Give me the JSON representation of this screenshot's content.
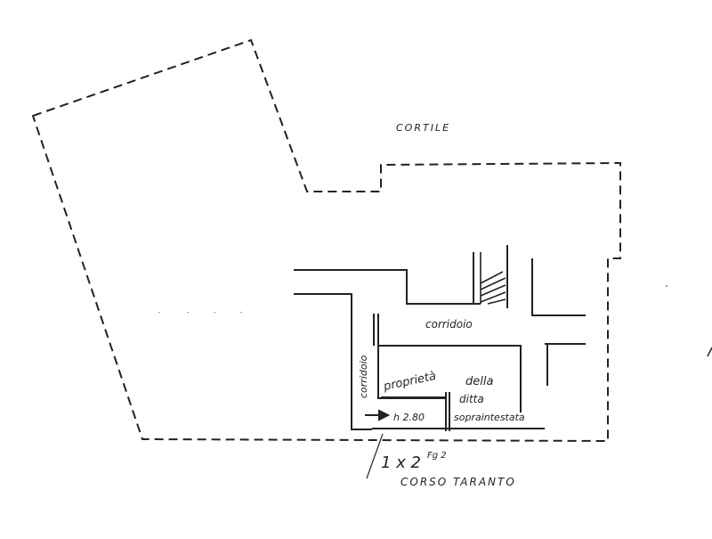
{
  "labels": {
    "courtyard": "CORTILE",
    "corridor_upper": "corridoio",
    "corridor_left": "corridoio",
    "property_1": "proprietà",
    "property_2": "della",
    "property_3": "ditta",
    "property_4": "sopraintestata",
    "height": "h 2.80",
    "sheet_ref": "1 x 2",
    "sheet_ref_sup": "Fg 2",
    "street": "CORSO TARANTO"
  },
  "colors": {
    "ink": "#222222",
    "paper": "#ffffff"
  }
}
